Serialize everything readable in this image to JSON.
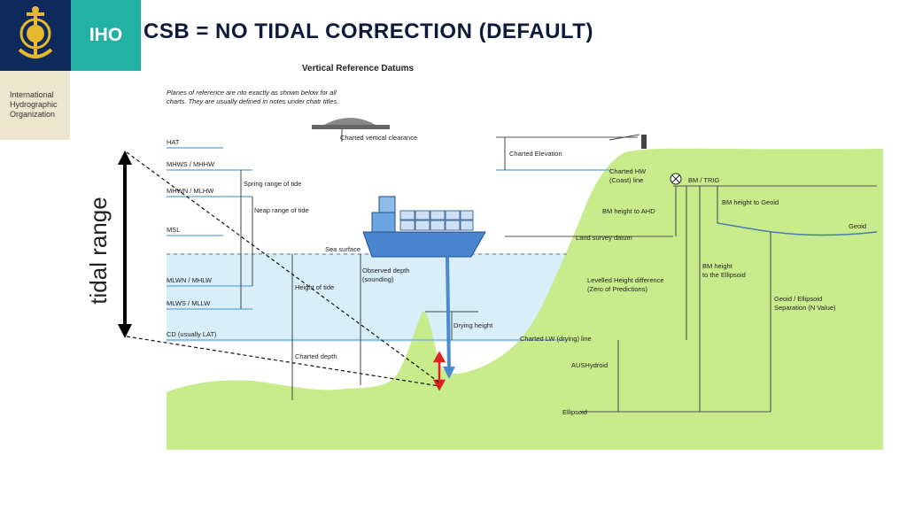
{
  "logo": {
    "abbr": "IHO",
    "org_lines": [
      "International",
      "Hydrographic",
      "Organization"
    ],
    "colors": {
      "dark": "#0e2a5a",
      "teal": "#23b1a5",
      "cream": "#ece6cf"
    }
  },
  "title": "CSB = NO TIDAL CORRECTION (DEFAULT)",
  "side_label": "tidal range",
  "diagram": {
    "heading": "Vertical Reference Datums",
    "note_lines": [
      "Planes of reference are nto exactly as shown below for all",
      "charts. They are usually defined in notes under chatr titles."
    ],
    "datums": {
      "hat": "HAT",
      "mhws": "MHWS / MHHW",
      "mhwn": "MHWN / MLHW",
      "msl": "MSL",
      "mlwn": "MLWN / MHLW",
      "mlws": "MLWS / MLLW",
      "cd": "CD (usually LAT)"
    },
    "labels": {
      "vertical_clearance": "Charted vertical clearance",
      "charted_elevation": "Charted Elevation",
      "spring_range": "Spring range of tide",
      "neap_range": "Neap range of tide",
      "sea_surface": "Sea surface",
      "observed_depth_1": "Observed depth",
      "observed_depth_2": "(sounding)",
      "height_of_tide": "Height of tide",
      "charted_depth": "Charted depth",
      "drying_height": "Drying height",
      "charted_hw_1": "Charted HW",
      "charted_hw_2": "(Coast) line",
      "bm_trig": "BM / TRIG",
      "bm_ahd": "BM height to AHD",
      "bm_geoid": "BM height to Geoid",
      "geoid": "Geoid",
      "land_datum": "Land survey datum",
      "bm_ellipsoid_1": "BM height",
      "bm_ellipsoid_2": "to the Ellipsoid",
      "levelled_1": "Levelled Height difference",
      "levelled_2": "(Zero of Predictions)",
      "geoid_sep_1": "Geoid / Ellipsoid",
      "geoid_sep_2": "Separation (N Value)",
      "charted_lw": "Charted LW (drying) line",
      "aus_hydroid": "AUSHydroid",
      "ellipsoid": "Ellipsoid"
    },
    "colors": {
      "land": "#c8ec8c",
      "water": "#d8eef8",
      "sounding": "#4a8ad0",
      "correction": "#e02020",
      "ship": "#3d7fc8"
    }
  }
}
